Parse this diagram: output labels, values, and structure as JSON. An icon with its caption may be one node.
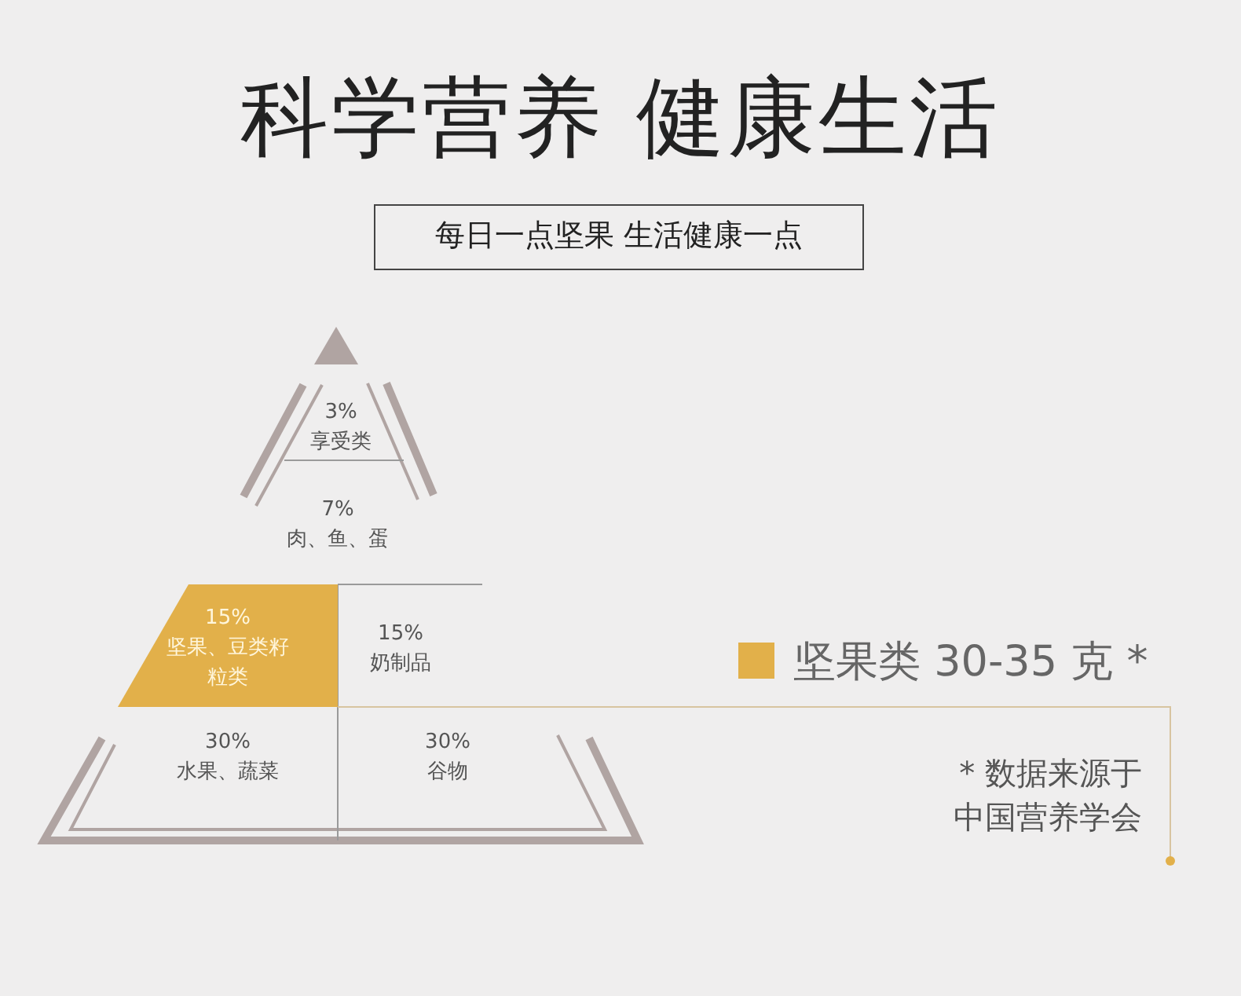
{
  "diagram": {
    "title": "科学营养 健康生活",
    "nodes": [
      {
        "text": [
          "每日一点坚果 生活健康一点"
        ]
      },
      {
        "text": [
          "3%",
          "享受类"
        ]
      },
      {
        "text": [
          "7%",
          "肉、鱼、蛋"
        ]
      },
      {
        "text": [
          "15%",
          "坚果、豆类籽粒类"
        ]
      },
      {
        "text": [
          "15%",
          "奶制品"
        ]
      },
      {
        "text": [
          "30%",
          "水果、蔬菜"
        ]
      },
      {
        "text": [
          "30%",
          "谷物"
        ]
      }
    ],
    "labels": [
      "* 数据来源于中国营养学会"
    ],
    "legend": [
      {
        "text": "坚果类 30-35 克 *",
        "color": "#e2b04a"
      }
    ]
  }
}
